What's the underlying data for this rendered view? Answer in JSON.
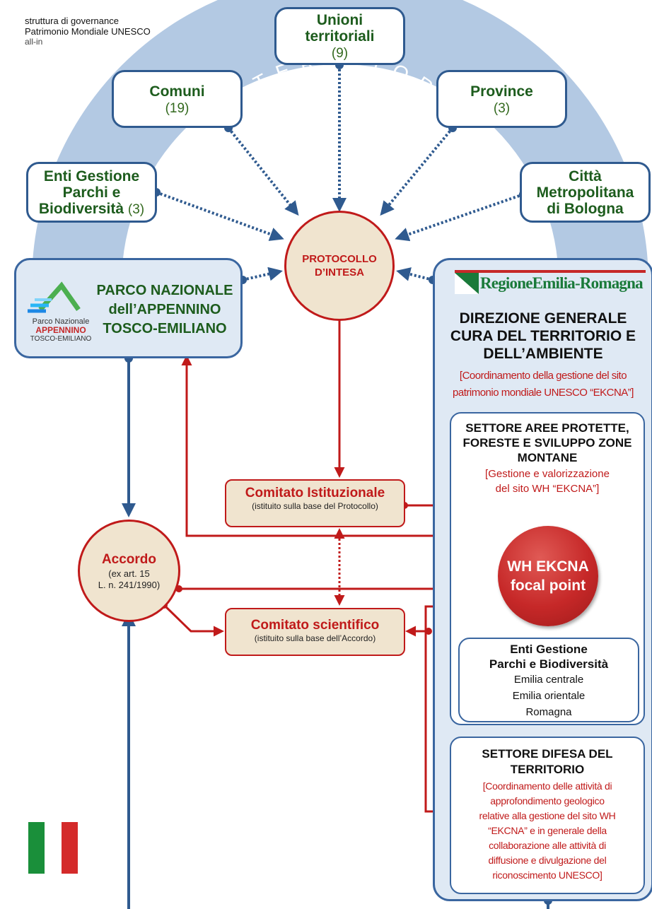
{
  "header": {
    "line1": "struttura di governance",
    "line2": "Patrimonio Mondiale UNESCO",
    "line3": "all-in"
  },
  "arc_label": "ENTI TERRITORIALI",
  "entities": {
    "unioni": {
      "name_line1": "Unioni",
      "name_line2": "territoriali",
      "count": "(9)"
    },
    "comuni": {
      "name": "Comuni",
      "count": "(19)"
    },
    "province": {
      "name": "Province",
      "count": "(3)"
    },
    "enti_gestione": {
      "name_line1": "Enti Gestione",
      "name_line2": "Parchi e",
      "name_line3": "Biodiversità",
      "count": "(3)"
    },
    "citta": {
      "name_line1": "Città",
      "name_line2": "Metropolitana",
      "name_line3": "di Bologna"
    }
  },
  "protocollo": {
    "line1": "PROTOCOLLO",
    "line2": "D’INTESA"
  },
  "parco": {
    "title_line1": "PARCO NAZIONALE",
    "title_line2": "dell’APPENNINO",
    "title_line3": "TOSCO-EMILIANO",
    "logo_line1": "Parco Nazionale",
    "logo_line2": "APPENNINO",
    "logo_line3": "TOSCO-EMILIANO"
  },
  "region": {
    "logo_text": "RegioneEmilia-Romagna",
    "dg_line1": "DIREZIONE GENERALE",
    "dg_line2": "CURA DEL TERRITORIO E",
    "dg_line3": "DELL’AMBIENTE",
    "dg_note_line1": "[Coordinamento della gestione del sito",
    "dg_note_line2": "patrimonio mondiale UNESCO “EKCNA”]"
  },
  "settore_aree": {
    "title_line1": "SETTORE AREE PROTETTE,",
    "title_line2": "FORESTE E SVILUPPO ZONE",
    "title_line3": "MONTANE",
    "note_line1": "[Gestione e valorizzazione",
    "note_line2": "del sito  WH “EKCNA”]"
  },
  "focal_point": {
    "line1": "WH EKCNA",
    "line2": "focal point"
  },
  "enti_gestione_inner": {
    "title_line1": "Enti Gestione",
    "title_line2": "Parchi e Biodiversità",
    "items": [
      "Emilia centrale",
      "Emilia orientale",
      "Romagna"
    ]
  },
  "settore_difesa": {
    "title_line1": "SETTORE DIFESA DEL",
    "title_line2": "TERRITORIO",
    "note_lines": [
      "[Coordinamento delle attività di",
      "approfondimento geologico",
      "relative alla gestione del sito WH",
      "“EKCNA” e in generale della",
      "collaborazione alle attività di",
      "diffusione e divulgazione del",
      "riconoscimento UNESCO]"
    ]
  },
  "comitato_istituzionale": {
    "title": "Comitato Istituzionale",
    "sub": "(istituito sulla base del Protocollo)"
  },
  "comitato_scientifico": {
    "title": "Comitato scientifico",
    "sub": "(istituito sulla base dell’Accordo)"
  },
  "accordo": {
    "title": "Accordo",
    "line1": "(ex art. 15",
    "line2": "L. n. 241/1990)"
  },
  "colors": {
    "arc": "#b3c9e3",
    "navy": "#2f5a8f",
    "red": "#c01a1a",
    "green": "#1d5c1d",
    "beige": "#f0e4cf"
  }
}
